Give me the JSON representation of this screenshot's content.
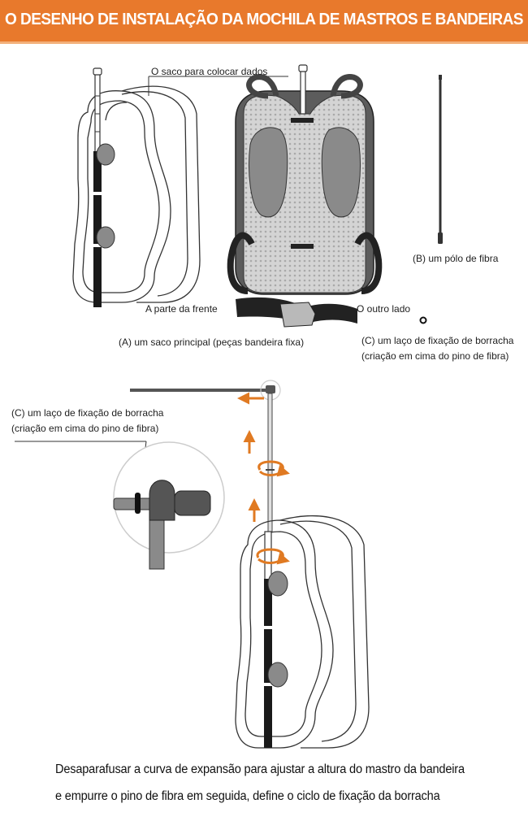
{
  "header": {
    "title": "O DESENHO DE INSTALAÇÃO DA MOCHILA DE MASTROS E BANDEIRAS",
    "accent_color": "#e8792c"
  },
  "labels": {
    "dice_bag": "O saco para colocar dados",
    "front_side": "A parte da frente",
    "other_side": "O outro lado",
    "main_bag": "(A) um saco principal (peças bandeira fixa)",
    "fiber_pole": "(B) um pólo de fibra",
    "rubber_loop_title": "(C) um laço de fixação de borracha",
    "rubber_loop_note": "(criação em cima do pino de fibra)"
  },
  "callout": {
    "title": "(C) um laço de fixação de borracha",
    "note": "(criação em cima do pino de fibra)"
  },
  "caption": {
    "line1": "Desaparafusar a curva de expansão para ajustar a altura do mastro da bandeira",
    "line2": "e empurre o pino de fibra em seguida, define o ciclo de fixação da borracha"
  },
  "colors": {
    "arrow": "#e07a22",
    "outline": "#333333",
    "pole_dark": "#1a1a1a",
    "pad_gray": "#8a8a8a"
  }
}
